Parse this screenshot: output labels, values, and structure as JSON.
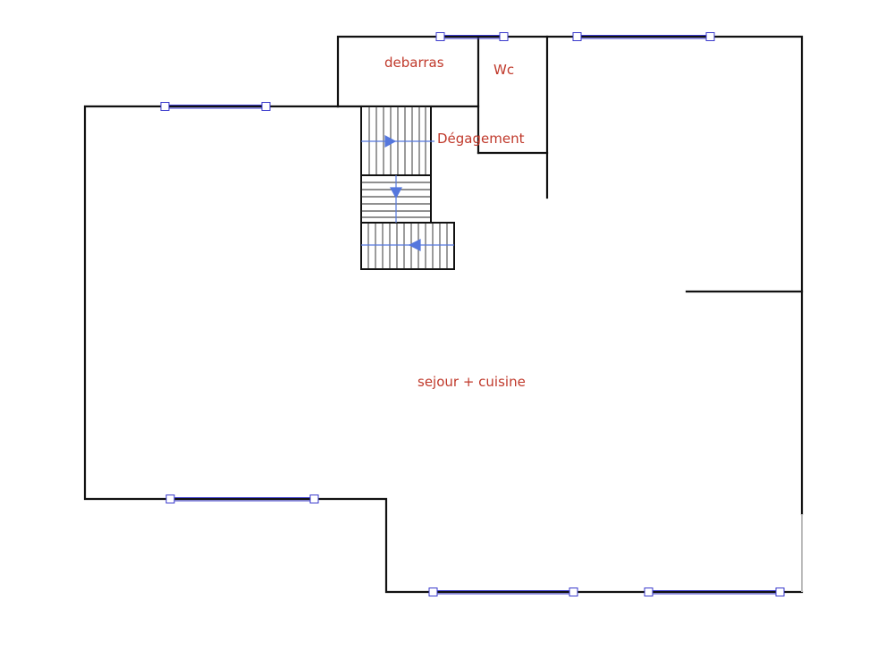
{
  "labels": {
    "debarras": "debarras",
    "wc": "Wc",
    "degagement": "Dégagement",
    "sejour": "sejour + cuisine"
  },
  "colors": {
    "wall": "#111111",
    "label": "#c0392b",
    "window": "#3a3acc",
    "stair_arrow": "#5577dd",
    "grey_wall": "#bbbbbb"
  }
}
